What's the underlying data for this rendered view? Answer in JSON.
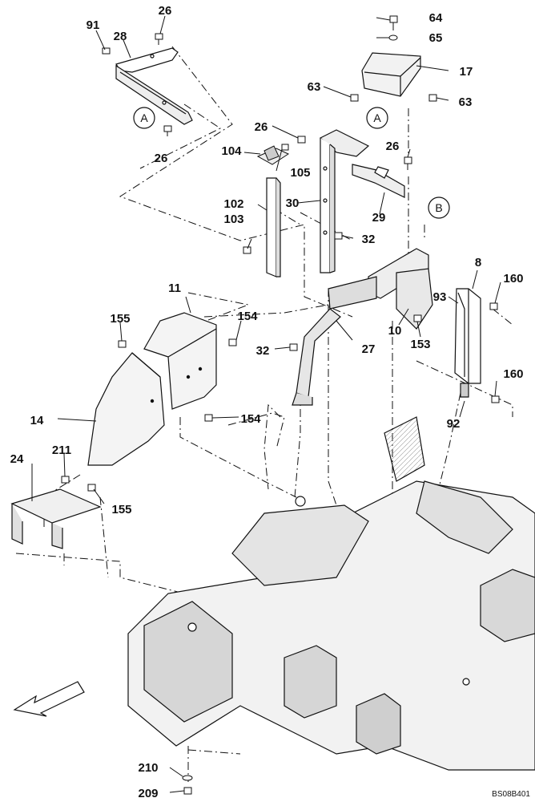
{
  "diagram": {
    "drawing_code": "BS08B401",
    "callouts": {
      "a": "A",
      "a_top": "A",
      "b": "B"
    },
    "labels": {
      "p91": "91",
      "p28": "28",
      "p26_a": "26",
      "p26_b": "26",
      "p26_c": "26",
      "p26_d": "26",
      "p64": "64",
      "p65": "65",
      "p17": "17",
      "p63_a": "63",
      "p63_b": "63",
      "p104": "104",
      "p105": "105",
      "p30": "30",
      "p29": "29",
      "p102": "102",
      "p103": "103",
      "p32_a": "32",
      "p32_b": "32",
      "p8": "8",
      "p160_a": "160",
      "p160_b": "160",
      "p93": "93",
      "p10": "10",
      "p153": "153",
      "p27": "27",
      "p92": "92",
      "p11": "11",
      "p155_a": "155",
      "p155_b": "155",
      "p154_a": "154",
      "p154_b": "154",
      "p14": "14",
      "p24": "24",
      "p211": "211",
      "p210": "210",
      "p209": "209"
    },
    "colors": {
      "line": "#111111",
      "panel_fill": "#e9e9e9",
      "frame_fill": "#dcdcdc"
    },
    "icons": {
      "direction": "front-direction-arrow-icon"
    }
  }
}
